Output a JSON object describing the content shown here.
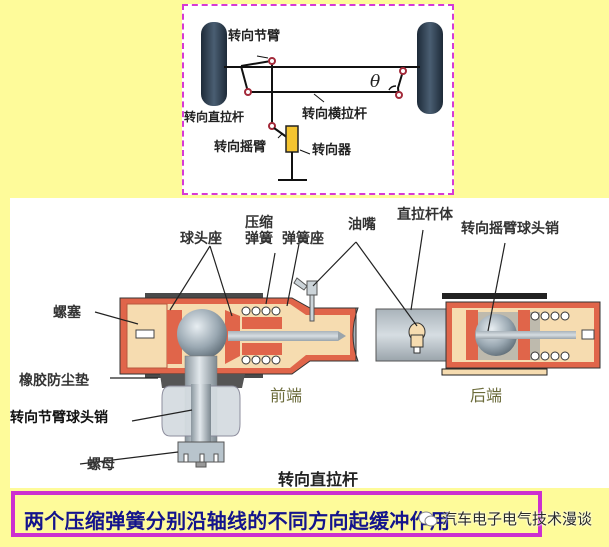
{
  "top_diagram": {
    "labels": {
      "knuckle_arm": "转向节臂",
      "drag_link": "转向直拉杆",
      "tie_rod": "转向横拉杆",
      "pitman_arm": "转向摇臂",
      "steering_gear": "转向器",
      "angle_symbol": "θ"
    }
  },
  "main_diagram": {
    "labels": {
      "ball_seat": "球头座",
      "compression_spring_line1": "压缩",
      "compression_spring_line2": "弹簧",
      "spring_seat": "弹簧座",
      "grease_nipple": "油嘴",
      "drag_link_body": "直拉杆体",
      "pitman_arm_ball_pin": "转向摇臂球头销",
      "plug_screw": "螺塞",
      "rubber_dust_cover": "橡胶防尘垫",
      "knuckle_arm_ball_pin": "转向节臂球头销",
      "nut": "螺母",
      "front_end": "前端",
      "rear_end": "后端"
    },
    "caption": "转向直拉杆"
  },
  "note": {
    "text": "两个压缩弹簧分别沿轴线的不同方向起缓冲作用"
  },
  "watermark": {
    "icon": "wechat-icon",
    "text": "汽车电子电气技术漫谈"
  },
  "colors": {
    "background": "#fefb9a",
    "dashed_border": "#d63ad6",
    "note_border": "#cc2fd0",
    "note_text": "#14148c",
    "housing_red": "#e0654a",
    "housing_beige": "#f6dcb0",
    "metal_gray": "#b8c4cc"
  }
}
